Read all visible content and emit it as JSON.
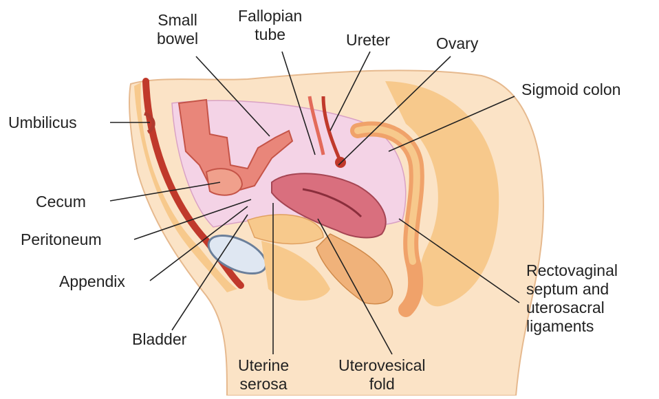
{
  "labels": {
    "small_bowel": [
      "Small",
      "bowel"
    ],
    "fallopian_tube": [
      "Fallopian",
      "tube"
    ],
    "ureter": "Ureter",
    "ovary": "Ovary",
    "sigmoid_colon": "Sigmoid colon",
    "umbilicus": "Umbilicus",
    "cecum": "Cecum",
    "peritoneum": "Peritoneum",
    "appendix": "Appendix",
    "bladder": "Bladder",
    "uterine_serosa": [
      "Uterine",
      "serosa"
    ],
    "uterovesical_fold": [
      "Uterovesical",
      "fold"
    ],
    "rectovaginal": [
      "Rectovaginal",
      "septum and",
      "uterosacral",
      "ligaments"
    ]
  },
  "colors": {
    "skin": "#fbe3c6",
    "fat": "#f7c98c",
    "peritoneum": "#f4d3e6",
    "uterus": "#d96f7e",
    "bowel": "#e36a5a",
    "bladder": "#dfe7f2"
  }
}
